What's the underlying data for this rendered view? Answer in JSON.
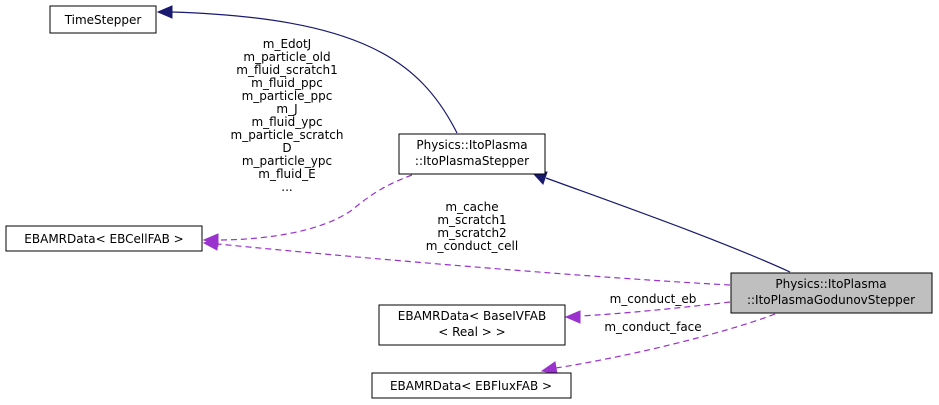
{
  "nodes": {
    "time_stepper": {
      "lines": [
        "TimeStepper"
      ]
    },
    "ito_plasma_stepper": {
      "lines": [
        "Physics::ItoPlasma",
        "::ItoPlasmaStepper"
      ]
    },
    "ebamr_cell": {
      "lines": [
        "EBAMRData< EBCellFAB >"
      ]
    },
    "godunov_stepper": {
      "lines": [
        "Physics::ItoPlasma",
        "::ItoPlasmaGodunovStepper"
      ]
    },
    "ebamr_baseivfab": {
      "lines": [
        "EBAMRData< BaseIVFAB",
        "< Real > >"
      ]
    },
    "ebamr_flux": {
      "lines": [
        "EBAMRData< EBFluxFAB >"
      ]
    }
  },
  "edges": {
    "stepper_to_cell_labels": [
      "m_EdotJ",
      "m_particle_old",
      "m_fluid_scratch1",
      "m_fluid_ppc",
      "m_particle_ppc",
      "m_J",
      "m_fluid_ypc",
      "m_particle_scratch",
      "D",
      "m_particle_ypc",
      "m_fluid_E",
      "..."
    ],
    "godunov_to_cell_labels": [
      "m_cache",
      "m_scratch1",
      "m_scratch2",
      "m_conduct_cell"
    ],
    "godunov_to_baseivfab_label": "m_conduct_eb",
    "godunov_to_flux_label": "m_conduct_face"
  },
  "colors": {
    "inheritance": "#191970",
    "member": "#9a32cd",
    "highlight_fill": "#bfbfbf"
  }
}
